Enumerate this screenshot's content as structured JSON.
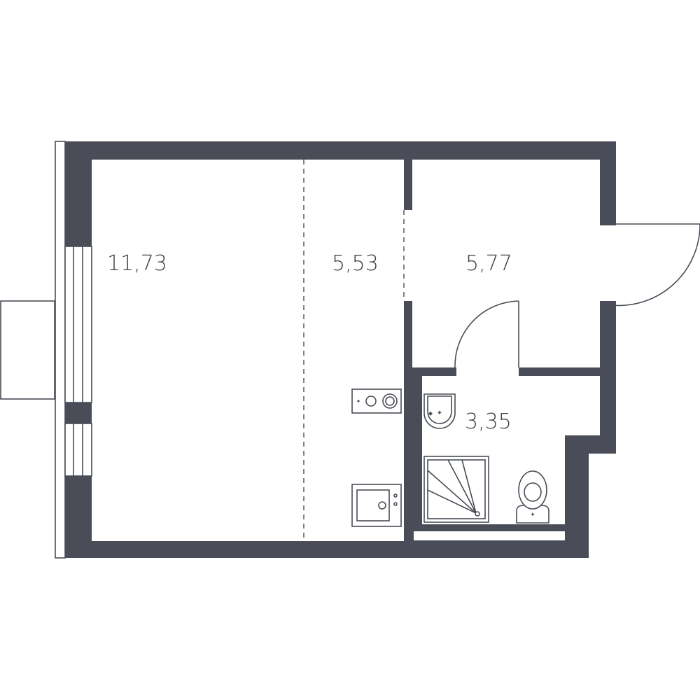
{
  "rooms": [
    {
      "id": "living-room",
      "area": "11,73"
    },
    {
      "id": "kitchen",
      "area": "5,53"
    },
    {
      "id": "hallway",
      "area": "5,77"
    },
    {
      "id": "bathroom",
      "area": "3,35"
    }
  ],
  "colors": {
    "wall": "#4a4d57",
    "background": "#ffffff",
    "text": "#3d404a"
  },
  "icons": [
    "stove-icon",
    "sink-icon",
    "washbasin-icon",
    "shower-tray-icon",
    "toilet-icon"
  ]
}
